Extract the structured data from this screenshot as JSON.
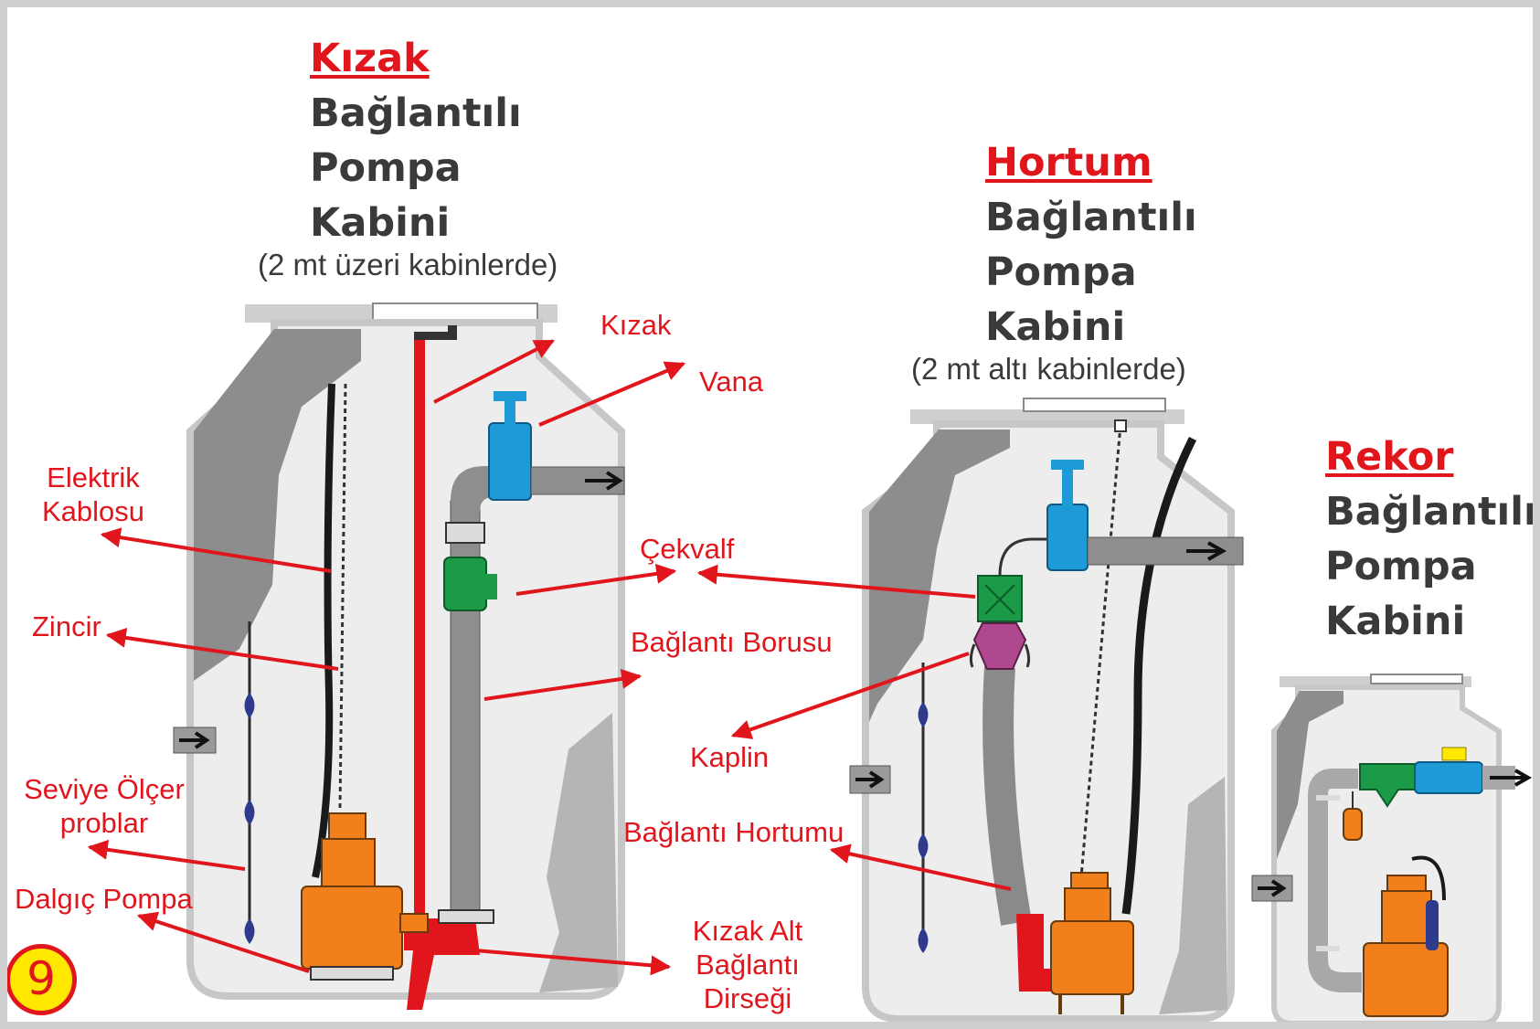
{
  "cabins": {
    "skid": {
      "title_red": "Kızak",
      "title_lines": [
        "Bağlantılı",
        "Pompa",
        "Kabini"
      ],
      "subtitle": "(2 mt üzeri kabinlerde)"
    },
    "hose": {
      "title_red": "Hortum",
      "title_lines": [
        "Bağlantılı",
        "Pompa",
        "Kabini"
      ],
      "subtitle": "(2 mt altı kabinlerde)"
    },
    "fitting": {
      "title_red": "Rekor",
      "title_lines": [
        "Bağlantılı",
        "Pompa",
        "Kabini"
      ]
    }
  },
  "labels": {
    "kizak": "Kızak",
    "vana": "Vana",
    "elektrik_kablosu": [
      "Elektrik",
      "Kablosu"
    ],
    "zincir": "Zincir",
    "cekvalf": "Çekvalf",
    "baglanti_borusu": "Bağlantı Borusu",
    "kaplin": "Kaplin",
    "seviye_olcer": [
      "Seviye Ölçer",
      "problar"
    ],
    "baglanti_hortumu": "Bağlantı Hortumu",
    "dalgic_pompa": "Dalgıç Pompa",
    "kizak_alt": [
      "Kızak Alt",
      "Bağlantı",
      "Dirseği"
    ]
  },
  "badge": "9",
  "colors": {
    "label_red": "#e1161d",
    "title_dark": "#3a3a3a",
    "pump_orange": "#f07f1c",
    "valve_blue": "#1e9ad6",
    "checkvalve_green": "#1b9a48",
    "coupling_purple": "#b0488f",
    "float_blue": "#2e3a8c",
    "pipe_grey": "#8e8e8e"
  }
}
